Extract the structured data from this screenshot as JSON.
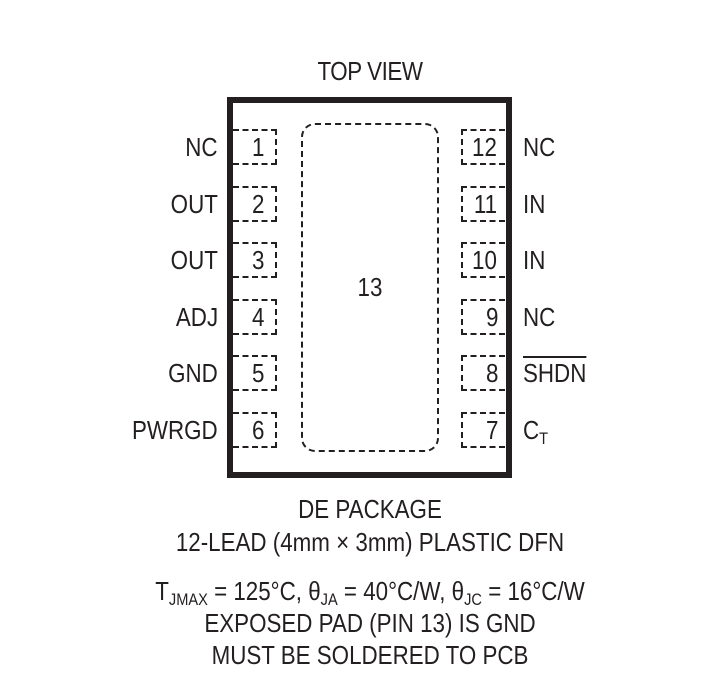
{
  "title": "TOP VIEW",
  "exposed_pad": {
    "label": "13"
  },
  "pins_left": [
    {
      "number": "1",
      "name": "NC"
    },
    {
      "number": "2",
      "name": "OUT"
    },
    {
      "number": "3",
      "name": "OUT"
    },
    {
      "number": "4",
      "name": "ADJ"
    },
    {
      "number": "5",
      "name": "GND"
    },
    {
      "number": "6",
      "name": "PWRGD"
    }
  ],
  "pins_right": [
    {
      "number": "12",
      "name": "NC"
    },
    {
      "number": "11",
      "name": "IN"
    },
    {
      "number": "10",
      "name": "IN"
    },
    {
      "number": "9",
      "name": "NC"
    },
    {
      "number": "8",
      "name": "SHDN",
      "overline": true
    },
    {
      "number": "7",
      "name": "C",
      "subscript": "T"
    }
  ],
  "caption": {
    "package_name": "DE PACKAGE",
    "package_desc": "12-LEAD (4mm × 3mm) PLASTIC DFN",
    "thermal": {
      "tj_symbol": "T",
      "tj_sub": "JMAX",
      "tj_value": " = 125°C, ",
      "theta_ja_symbol": "θ",
      "theta_ja_sub": "JA",
      "theta_ja_value": " = 40°C/W, ",
      "theta_jc_symbol": "θ",
      "theta_jc_sub": "JC",
      "theta_jc_value": " = 16°C/W"
    },
    "note1": "EXPOSED PAD (PIN 13) IS GND",
    "note2": "MUST BE SOLDERED TO PCB"
  }
}
